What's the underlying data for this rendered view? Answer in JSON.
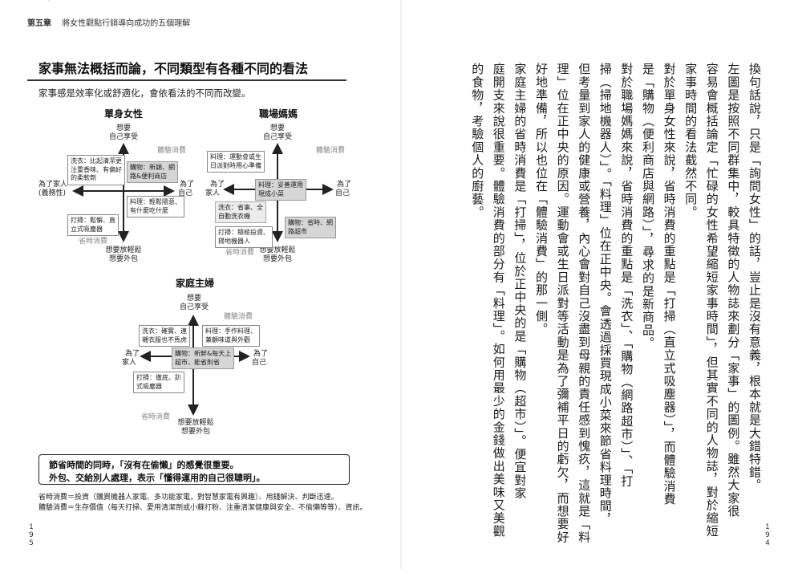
{
  "header": {
    "chapter": "第五章",
    "chapter_title": "將女性觀點行銷導向成功的五個理解"
  },
  "heading": "家事無法概括而論，不同類型有各種不同的看法",
  "subline": "家事感是效率化或舒適化，會依看法的不同而改變。",
  "diagrams": {
    "single": {
      "title": "單身女性",
      "axis_top": [
        "想要",
        "自己享受"
      ],
      "axis_bottom": [
        "想要放輕鬆",
        "想要外包"
      ],
      "axis_left": [
        "為了家人",
        "(義務性)"
      ],
      "axis_right": [
        "為了",
        "自己"
      ],
      "label_experience": "體驗消費",
      "label_saving": "省時消費",
      "boxes": [
        [
          "洗衣：比起清潔更",
          "注重香味、有偏好",
          "的柔軟劑"
        ],
        [
          "購物：新穎、網",
          "路&便利商店"
        ],
        [
          "料理：輕鬆隨意、",
          "有什麼吃什麼"
        ],
        [
          "打掃：鬆懈、直",
          "立式吸塵器"
        ]
      ]
    },
    "working": {
      "title": "職場媽媽",
      "axis_top": [
        "想要",
        "自己享受"
      ],
      "axis_bottom": [
        "想要放輕鬆",
        "想要外包"
      ],
      "axis_left": [
        "為了",
        "家人"
      ],
      "axis_right": [
        "為了",
        "自己"
      ],
      "label_experience": "體驗消費",
      "label_saving": "省時消費",
      "boxes": [
        [
          "料理：運動會或生",
          "日派對時用心準備"
        ],
        [
          "料理：妥善運用",
          "現成小菜"
        ],
        [
          "洗衣：省事、全",
          "自動洗衣機"
        ],
        [
          "購物：省時、網",
          "路超市"
        ],
        [
          "打掃：積極投資、",
          "掃地機器人"
        ]
      ]
    },
    "housewife": {
      "title": "家庭主婦",
      "axis_top": [
        "想要",
        "自己享受"
      ],
      "axis_bottom": [
        "想要放輕鬆",
        "想要外包"
      ],
      "axis_left": [
        "為了",
        "家人"
      ],
      "axis_right": [
        "為了",
        "自己"
      ],
      "label_experience": "體驗消費",
      "label_saving": "省時消費",
      "boxes": [
        [
          "洗衣：確實、連",
          "襯衣服也不馬虎"
        ],
        [
          "料理：手作料理、",
          "兼顧味道與外觀"
        ],
        [
          "購物：新鮮&每天上",
          "超市、能省則省"
        ],
        [
          "打掃：徹底、趴",
          "式吸塵器"
        ]
      ]
    }
  },
  "summary": [
    "節省時間的同時，「沒有在偷懶」的感覺很重要。",
    "外包、交給別人處理，表示「懂得運用的自己很聰明」。"
  ],
  "notes": [
    "省時消費＝投資（購買機器人家電、多功能家電，對智慧家電有興趣）、用錢解決、判斷迅速。",
    "體驗消費＝生存價值（每天打掃、愛用清潔劑或小蘇打粉、注重清潔健康與安全、不偷懶等等）、資訊。"
  ],
  "page_left": "195",
  "page_right": "194",
  "right_columns": [
    "換句話說，只是「詢問女性」的話，豈止是沒有意義，根本就是大錯特錯。",
    "左圖是按照不同群集中，較具特徵的人物誌來劃分「家事」的圖例。雖然大家很",
    "容易會概括論定「忙碌的女性希望縮短家事時間」，但其實不同的人物誌，對於縮短",
    "家事時間的看法截然不同。",
    "對於單身女性來說，省時消費的重點是「打掃（直立式吸塵器）」，而體驗消費",
    "是「購物（便利商店與網路）」，尋求的是新商品。",
    "對於職場媽媽來說，省時消費的重點是「洗衣」、「購物（網路超市）」、「打",
    "掃（掃地機器人）」。「料理」位在正中央。會透過採買現成小菜來節省料理時間，",
    "但考量到家人的健康或營養，內心會對自己沒盡到母親的責任感到愧疚，這就是「料",
    "理」位在正中央的原因。運動會或生日派對等活動是為了彌補平日的虧欠，而想要好",
    "好地準備，所以也位在「體驗消費」的那一側。",
    "家庭主婦的省時消費是「打掃」，位於正中央的是「購物（超市）」。便宜對家",
    "庭開支來說很重要。體驗消費的部分有「料理」。如何用最少的金錢做出美味又美觀",
    "的食物，考驗個人的廚藝。"
  ]
}
